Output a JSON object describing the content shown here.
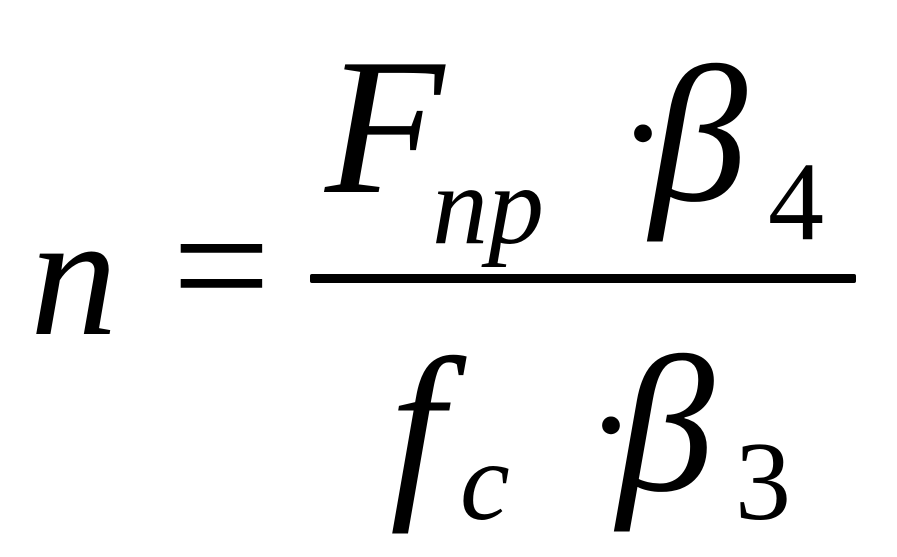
{
  "formula": {
    "lhs": "n",
    "equals": "=",
    "numerator": {
      "base": "F",
      "subscript": "пр",
      "dot": "·",
      "factor": "β",
      "factor_subscript": "4"
    },
    "denominator": {
      "base": "f",
      "subscript": "c",
      "dot": "·",
      "factor": "β",
      "factor_subscript": "3"
    }
  }
}
